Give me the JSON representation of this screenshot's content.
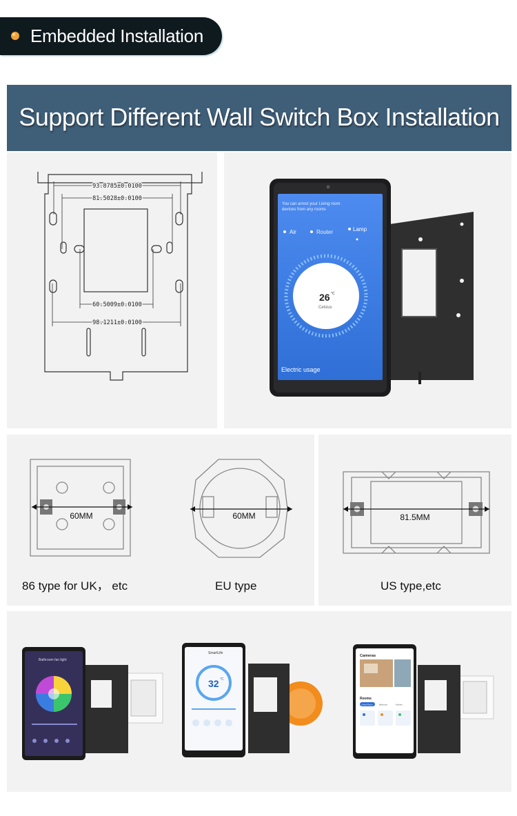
{
  "header": {
    "section_tag": "Embedded Installation",
    "banner_title": "Support Different Wall Switch Box Installation"
  },
  "drawing": {
    "dim1": "93.8785±0.0100",
    "dim2": "81.5028±0.0100",
    "dim3": "60.5009±0.0100",
    "dim4": "98.1211±0.0100"
  },
  "tablet_screen": {
    "greeting_line1": "You can arrest your Living room",
    "greeting_line2": "devices from any rooms",
    "tabs": [
      "Air",
      "Router",
      "Lamp"
    ],
    "temperature": "26",
    "temperature_unit": "°C",
    "temperature_label": "Celsius",
    "footer": "Electric usage"
  },
  "boxes": [
    {
      "measure": "60MM",
      "caption": "86 type for UK，  etc"
    },
    {
      "measure": "60MM",
      "caption": "EU type"
    },
    {
      "measure": "81.5MM",
      "caption": "US type,etc"
    }
  ],
  "products": [
    {
      "screen_title": "Bathroom fan light"
    },
    {
      "screen_title": "SmartLife",
      "temperature": "32",
      "unit": "°C"
    },
    {
      "screen_title": "Cameras",
      "section": "Rooms",
      "chips": [
        "Living Room",
        "Bedroom",
        "Kitchen"
      ]
    }
  ],
  "colors": {
    "banner": "#3f5e78",
    "tag": "#0f1a1f",
    "panel": "#f2f2f2",
    "screen_blue": "#3d7fe6",
    "eu_box": "#f28c1c"
  }
}
